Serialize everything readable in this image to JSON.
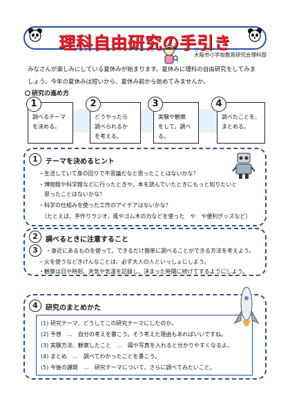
{
  "header": {
    "title": "理科自由研究の手引き",
    "title_ruby": "りかじゆうけんきゅうてびき",
    "org": "大阪市小学校教育研究会理科部"
  },
  "intro": {
    "line1": "みなさんが楽しみにしている夏休みが始まります。夏休みに理科の自由研究をしてみま",
    "line2": "しょう。今年の夏休みは短いから、夏休み前から始めてみませんか。"
  },
  "steps_heading": "研究の進め方",
  "steps": [
    {
      "num": "1",
      "text1": "調べるテーマ",
      "text2": "を決める。"
    },
    {
      "num": "2",
      "text1": "どうやったら",
      "text2": "調べられるか",
      "text3": "を考える。"
    },
    {
      "num": "3",
      "text1": "実験や観察",
      "text2": "をして、調べる。"
    },
    {
      "num": "4",
      "text1": "調べたことを、",
      "text2": "まとめる。"
    }
  ],
  "hints": {
    "num": "1",
    "title": "テーマを決めるヒント",
    "lines": [
      "・生活していて身の回りで不思議だなと思ったことはないかな？",
      "・博物館や科学館などに行ったときや、本を読んでいたときにもっと知りたいと",
      "　思ったことはないかな？",
      "・科学の仕組みを使った工作のアイデアはないかな？",
      "　（たとえば、手作りラジオ、風やゴム木の力などを使った　や　や便利グッズなど）"
    ]
  },
  "cautions": {
    "num": "2",
    "num2": "3",
    "title": "調べるときに注意すること",
    "lines": [
      "・身近にあるものを使って、できるだけ簡単に調べることができる方法を考えよう。",
      "・火を使うなどきけんなことは、必ず大人の人といっしょにしよう。",
      "・観察は日や時刻、天気や気温を記録し、決まった時間に続けてするようにしよう。"
    ]
  },
  "summary": {
    "num": "4",
    "title": "研究のまとめかた",
    "lines": [
      "(1) 研究テーマ、どうしてこの研究テーマにしたのか。",
      "(2) 予想　…　自分の考えを書こう。そう考えた理由もあればいいですね。",
      "(3) 実験方法、観察したこと　…　図や写真を入れると分かりやすくなるよ。",
      "(4) まとめ　…　調べてわかったことを書こう。",
      "(5) 今後の課題　…　研究テーマについて、さらに調べてみたいこと。"
    ]
  },
  "colors": {
    "title_red": "#e8212b",
    "frame_blue": "#1f4fa8",
    "arrow_blue": "#e6f2fb"
  },
  "icons": [
    "panda-icon",
    "robot-icon",
    "girl-icon",
    "rocket-icon",
    "magnifier-icon"
  ]
}
